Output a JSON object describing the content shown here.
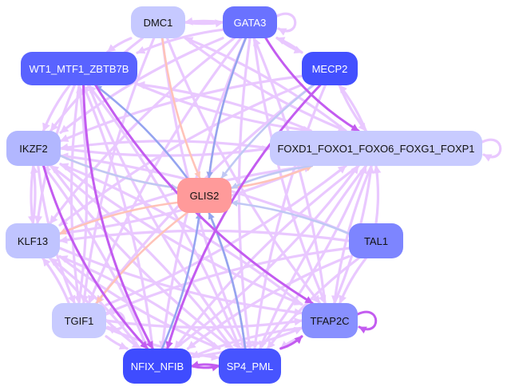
{
  "graph": {
    "nodes": [
      {
        "id": "DMC1",
        "label": "DMC1",
        "fill": "#c6c9ff",
        "text": "#111111"
      },
      {
        "id": "GATA3",
        "label": "GATA3",
        "fill": "#6a72ff",
        "text": "#ffffff"
      },
      {
        "id": "WT1",
        "label": "WT1_MTF1_ZBTB7B",
        "fill": "#5963ff",
        "text": "#ffffff"
      },
      {
        "id": "MECP2",
        "label": "MECP2",
        "fill": "#4350ff",
        "text": "#ffffff"
      },
      {
        "id": "IKZF2",
        "label": "IKZF2",
        "fill": "#b2b7ff",
        "text": "#111111"
      },
      {
        "id": "FOXD1",
        "label": "FOXD1_FOXO1_FOXO6_FOXG1_FOXP1",
        "fill": "#c8cbff",
        "text": "#111111"
      },
      {
        "id": "GLIS2",
        "label": "GLIS2",
        "fill": "#ff9a9a",
        "text": "#111111"
      },
      {
        "id": "KLF13",
        "label": "KLF13",
        "fill": "#c0c4ff",
        "text": "#111111"
      },
      {
        "id": "TAL1",
        "label": "TAL1",
        "fill": "#7d85ff",
        "text": "#111111"
      },
      {
        "id": "TGIF1",
        "label": "TGIF1",
        "fill": "#c8cbff",
        "text": "#111111"
      },
      {
        "id": "TFAP2C",
        "label": "TFAP2C",
        "fill": "#8890ff",
        "text": "#111111"
      },
      {
        "id": "NFIX",
        "label": "NFIX_NFIB",
        "fill": "#3f4cff",
        "text": "#ffffff"
      },
      {
        "id": "SP4",
        "label": "SP4_PML",
        "fill": "#4754ff",
        "text": "#ffffff"
      }
    ],
    "edge_colors": {
      "default": "#e9c8ff",
      "strong": "#c35cf0",
      "blue": "#95a4f0",
      "lightblue": "#c0c8f4",
      "salmon": "#ffc3b8"
    },
    "edges": [
      [
        "GATA3",
        "GATA3",
        "default"
      ],
      [
        "FOXD1",
        "FOXD1",
        "default"
      ],
      [
        "TFAP2C",
        "TFAP2C",
        "strong"
      ],
      [
        "NFIX",
        "SP4",
        "strong"
      ],
      [
        "SP4",
        "NFIX",
        "strong"
      ],
      [
        "SP4",
        "TFAP2C",
        "strong"
      ],
      [
        "WT1",
        "NFIX",
        "strong"
      ],
      [
        "WT1",
        "TFAP2C",
        "strong"
      ],
      [
        "GATA3",
        "FOXD1",
        "strong"
      ],
      [
        "IKZF2",
        "NFIX",
        "strong"
      ],
      [
        "MECP2",
        "NFIX",
        "strong"
      ],
      [
        "GLIS2",
        "WT1",
        "blue"
      ],
      [
        "SP4",
        "GLIS2",
        "blue"
      ],
      [
        "NFIX",
        "GLIS2",
        "blue"
      ],
      [
        "GATA3",
        "GLIS2",
        "blue"
      ],
      [
        "TAL1",
        "GLIS2",
        "lightblue"
      ],
      [
        "FOXD1",
        "GLIS2",
        "lightblue"
      ],
      [
        "IKZF2",
        "GLIS2",
        "lightblue"
      ],
      [
        "SP4",
        "GLIS2",
        "lightblue"
      ],
      [
        "MECP2",
        "GLIS2",
        "lightblue"
      ],
      [
        "GLIS2",
        "KLF13",
        "salmon"
      ],
      [
        "GLIS2",
        "TGIF1",
        "salmon"
      ],
      [
        "GLIS2",
        "FOXD1",
        "salmon"
      ],
      [
        "GATA3",
        "GLIS2",
        "salmon"
      ],
      [
        "DMC1",
        "GLIS2",
        "salmon"
      ],
      [
        "SP4",
        "GLIS2",
        "salmon"
      ],
      [
        "IKZF2",
        "GLIS2",
        "salmon"
      ],
      [
        "DMC1",
        "GATA3",
        "default"
      ],
      [
        "GATA3",
        "DMC1",
        "default"
      ],
      [
        "DMC1",
        "WT1",
        "default"
      ],
      [
        "GATA3",
        "WT1",
        "default"
      ],
      [
        "GATA3",
        "MECP2",
        "default"
      ],
      [
        "MECP2",
        "GATA3",
        "default"
      ],
      [
        "DMC1",
        "IKZF2",
        "default"
      ],
      [
        "DMC1",
        "FOXD1",
        "default"
      ],
      [
        "DMC1",
        "SP4",
        "default"
      ],
      [
        "DMC1",
        "TFAP2C",
        "default"
      ],
      [
        "DMC1",
        "TGIF1",
        "default"
      ],
      [
        "WT1",
        "IKZF2",
        "default"
      ],
      [
        "WT1",
        "FOXD1",
        "default"
      ],
      [
        "WT1",
        "KLF13",
        "default"
      ],
      [
        "WT1",
        "TGIF1",
        "default"
      ],
      [
        "WT1",
        "SP4",
        "default"
      ],
      [
        "GATA3",
        "IKZF2",
        "default"
      ],
      [
        "GATA3",
        "KLF13",
        "default"
      ],
      [
        "GATA3",
        "TGIF1",
        "default"
      ],
      [
        "GATA3",
        "TFAP2C",
        "default"
      ],
      [
        "GATA3",
        "SP4",
        "default"
      ],
      [
        "GATA3",
        "NFIX",
        "default"
      ],
      [
        "MECP2",
        "FOXD1",
        "default"
      ],
      [
        "FOXD1",
        "MECP2",
        "default"
      ],
      [
        "MECP2",
        "IKZF2",
        "default"
      ],
      [
        "MECP2",
        "KLF13",
        "default"
      ],
      [
        "MECP2",
        "TGIF1",
        "default"
      ],
      [
        "MECP2",
        "SP4",
        "default"
      ],
      [
        "IKZF2",
        "KLF13",
        "default"
      ],
      [
        "IKZF2",
        "FOXD1",
        "default"
      ],
      [
        "IKZF2",
        "TFAP2C",
        "default"
      ],
      [
        "IKZF2",
        "SP4",
        "default"
      ],
      [
        "IKZF2",
        "TGIF1",
        "default"
      ],
      [
        "KLF13",
        "FOXD1",
        "default"
      ],
      [
        "KLF13",
        "TFAP2C",
        "default"
      ],
      [
        "KLF13",
        "NFIX",
        "default"
      ],
      [
        "KLF13",
        "SP4",
        "default"
      ],
      [
        "KLF13",
        "IKZF2",
        "default"
      ],
      [
        "TAL1",
        "FOXD1",
        "default"
      ],
      [
        "TAL1",
        "KLF13",
        "default"
      ],
      [
        "TAL1",
        "NFIX",
        "default"
      ],
      [
        "TAL1",
        "SP4",
        "default"
      ],
      [
        "TAL1",
        "TFAP2C",
        "default"
      ],
      [
        "TAL1",
        "TGIF1",
        "default"
      ],
      [
        "TAL1",
        "IKZF2",
        "default"
      ],
      [
        "TGIF1",
        "FOXD1",
        "default"
      ],
      [
        "TGIF1",
        "TFAP2C",
        "default"
      ],
      [
        "TGIF1",
        "NFIX",
        "default"
      ],
      [
        "TGIF1",
        "SP4",
        "default"
      ],
      [
        "TGIF1",
        "KLF13",
        "default"
      ],
      [
        "TGIF1",
        "TGIF1",
        "default"
      ],
      [
        "TFAP2C",
        "FOXD1",
        "default"
      ],
      [
        "TFAP2C",
        "SP4",
        "default"
      ],
      [
        "TFAP2C",
        "NFIX",
        "default"
      ],
      [
        "TFAP2C",
        "IKZF2",
        "default"
      ],
      [
        "NFIX",
        "FOXD1",
        "default"
      ],
      [
        "NFIX",
        "KLF13",
        "default"
      ],
      [
        "NFIX",
        "TFAP2C",
        "default"
      ],
      [
        "NFIX",
        "IKZF2",
        "default"
      ],
      [
        "SP4",
        "FOXD1",
        "default"
      ],
      [
        "SP4",
        "KLF13",
        "default"
      ],
      [
        "SP4",
        "IKZF2",
        "default"
      ],
      [
        "FOXD1",
        "IKZF2",
        "default"
      ],
      [
        "FOXD1",
        "TFAP2C",
        "default"
      ],
      [
        "FOXD1",
        "SP4",
        "default"
      ],
      [
        "FOXD1",
        "KLF13",
        "default"
      ],
      [
        "FOXD1",
        "NFIX",
        "default"
      ],
      [
        "FOXD1",
        "WT1",
        "default"
      ],
      [
        "FOXD1",
        "DMC1",
        "default"
      ],
      [
        "TFAP2C",
        "GATA3",
        "default"
      ],
      [
        "SP4",
        "WT1",
        "default"
      ],
      [
        "NFIX",
        "WT1",
        "default"
      ],
      [
        "TGIF1",
        "WT1",
        "default"
      ]
    ]
  }
}
